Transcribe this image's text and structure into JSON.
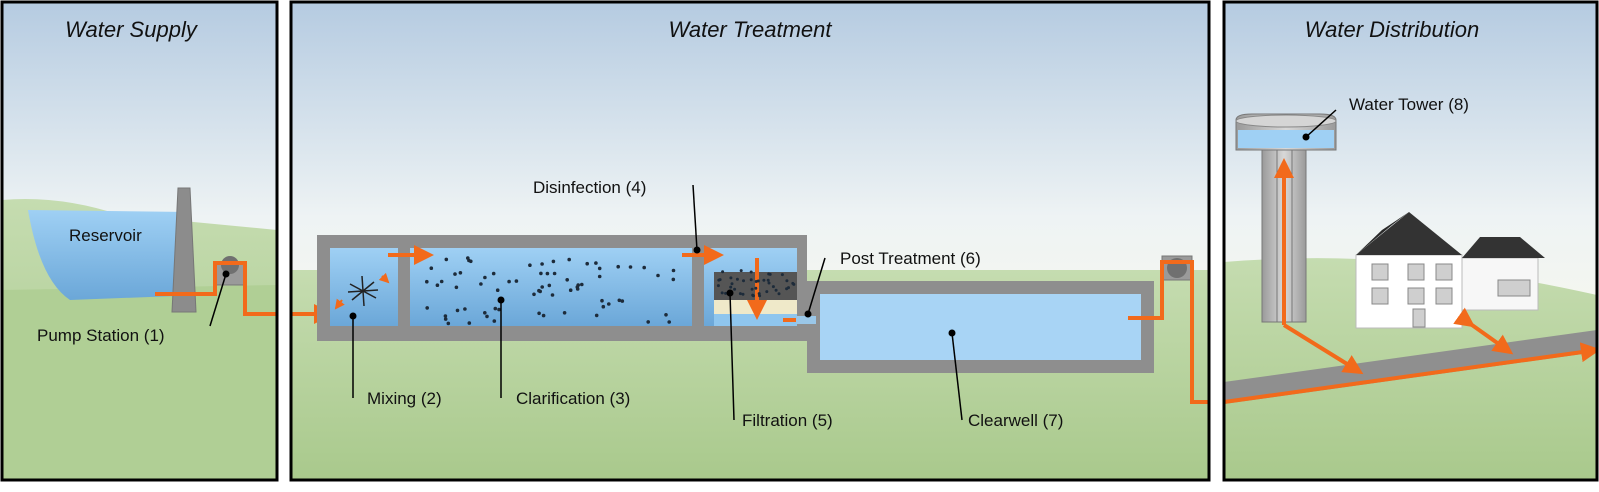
{
  "panels": {
    "supply": {
      "title": "Water Supply"
    },
    "treatment": {
      "title": "Water Treatment"
    },
    "distribution": {
      "title": "Water Distribution"
    }
  },
  "labels": {
    "reservoir": "Reservoir",
    "pump_station": "Pump Station (1)",
    "mixing": "Mixing (2)",
    "clarification": "Clarification (3)",
    "disinfection": "Disinfection (4)",
    "filtration": "Filtration (5)",
    "post_treatment": "Post Treatment (6)",
    "clearwell": "Clearwell (7)",
    "water_tower": "Water Tower (8)"
  },
  "colors": {
    "flow": "#f26a1b",
    "water": "#8fc6ee",
    "water_dark": "#6aa8dc",
    "concrete": "#8c8c8c",
    "sky_top": "#b7cde3",
    "ground": "#b6d19a",
    "frame": "#000000"
  }
}
